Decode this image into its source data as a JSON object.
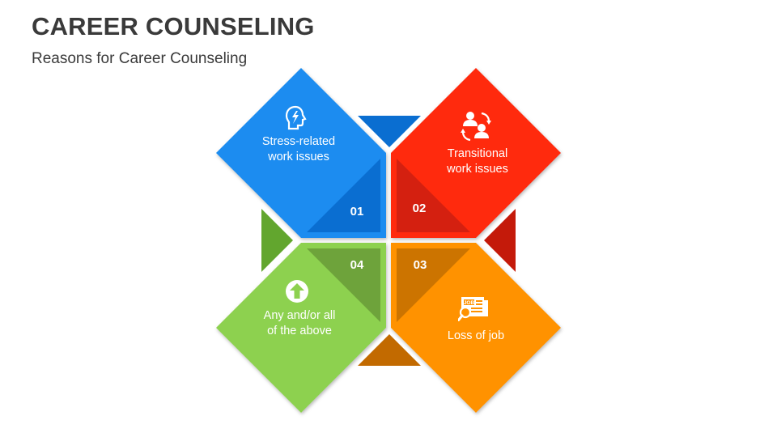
{
  "header": {
    "title": "CAREER COUNSELING",
    "subtitle": "Reasons for Career Counseling"
  },
  "items": [
    {
      "number": "01",
      "label_line1": "Stress-related",
      "label_line2": "work issues",
      "icon": "stress-head-icon",
      "color": "#1a8cf0"
    },
    {
      "number": "02",
      "label_line1": "Transitional",
      "label_line2": "work issues",
      "icon": "people-transition-icon",
      "color": "#ff2a10"
    },
    {
      "number": "03",
      "label_line1": "Loss of job",
      "label_line2": "",
      "icon": "job-search-icon",
      "color": "#ff9200"
    },
    {
      "number": "04",
      "label_line1": "Any and/or all",
      "label_line2": "of the above",
      "icon": "arrow-up-circle-icon",
      "color": "#8dd14f"
    }
  ]
}
